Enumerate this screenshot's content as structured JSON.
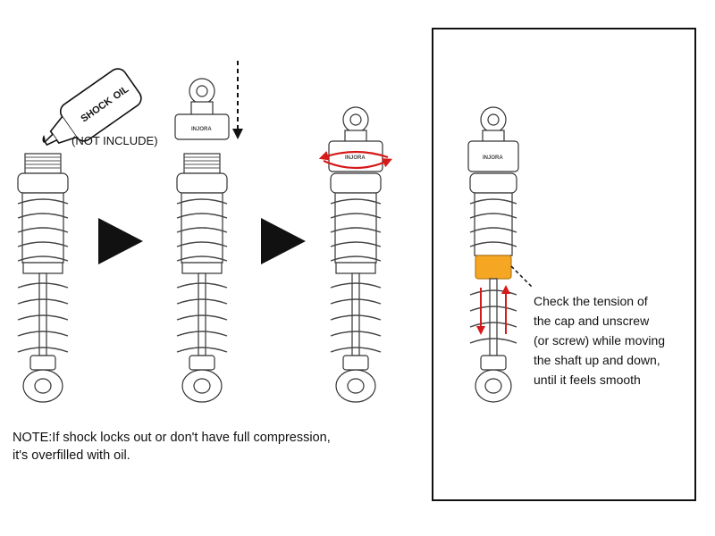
{
  "oil_bottle": {
    "label_line1": "SHOCK",
    "label_line2": "OIL"
  },
  "oil_note": "(NOT INCLUDE)",
  "cap_brand": "INJORA",
  "note": {
    "line1": "NOTE:If shock locks out or don't have full compression,",
    "line2": "it's overfilled with oil."
  },
  "tension_instructions": [
    "Check the tension of",
    "the cap and unscrew",
    "(or screw) while moving",
    "the shaft up and down,",
    "until it feels smooth"
  ],
  "colors": {
    "highlight_ring": "#f5a623",
    "motion_arrows": "#d61a1a",
    "step_arrow": "#111111"
  },
  "icons": [
    "oil-bottle-icon",
    "step-arrow-icon",
    "rotation-arrow-icon",
    "down-arrow-icon",
    "up-arrow-icon"
  ]
}
